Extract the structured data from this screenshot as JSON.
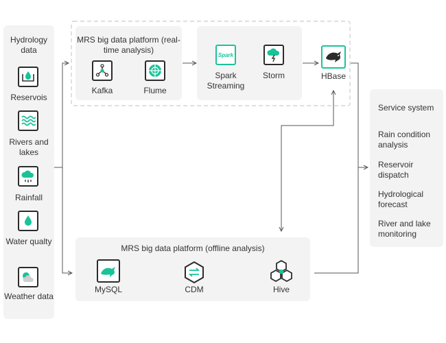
{
  "left_panel": {
    "title": "Hydrology data",
    "items": [
      {
        "label": "Reservois",
        "icon": "reservoir-icon"
      },
      {
        "label": "Rivers and lakes",
        "icon": "waves-icon"
      },
      {
        "label": "Rainfall",
        "icon": "rain-cloud-icon"
      },
      {
        "label": "Water qualty",
        "icon": "water-drop-icon"
      },
      {
        "label": "Weather data",
        "icon": "weather-cloud-icon"
      }
    ]
  },
  "realtime": {
    "title": "MRS big data platform (real-time analysis)",
    "kafka": "Kafka",
    "flume": "Flume",
    "spark": "Spark Streaming",
    "spark_logo_text": "Spark",
    "storm": "Storm",
    "hbase": "HBase"
  },
  "offline": {
    "title": "MRS big data platform (offline analysis)",
    "mysql": "MySQL",
    "cdm": "CDM",
    "hive": "Hive"
  },
  "service": {
    "title": "Service system",
    "items": [
      "Rain condition analysis",
      "Reservoir dispatch",
      "Hydrological forecast",
      "River and lake monitoring"
    ]
  },
  "colors": {
    "accent": "#19c39a",
    "panel": "#f3f3f3",
    "line": "#555555",
    "dashed": "#cccccc"
  }
}
